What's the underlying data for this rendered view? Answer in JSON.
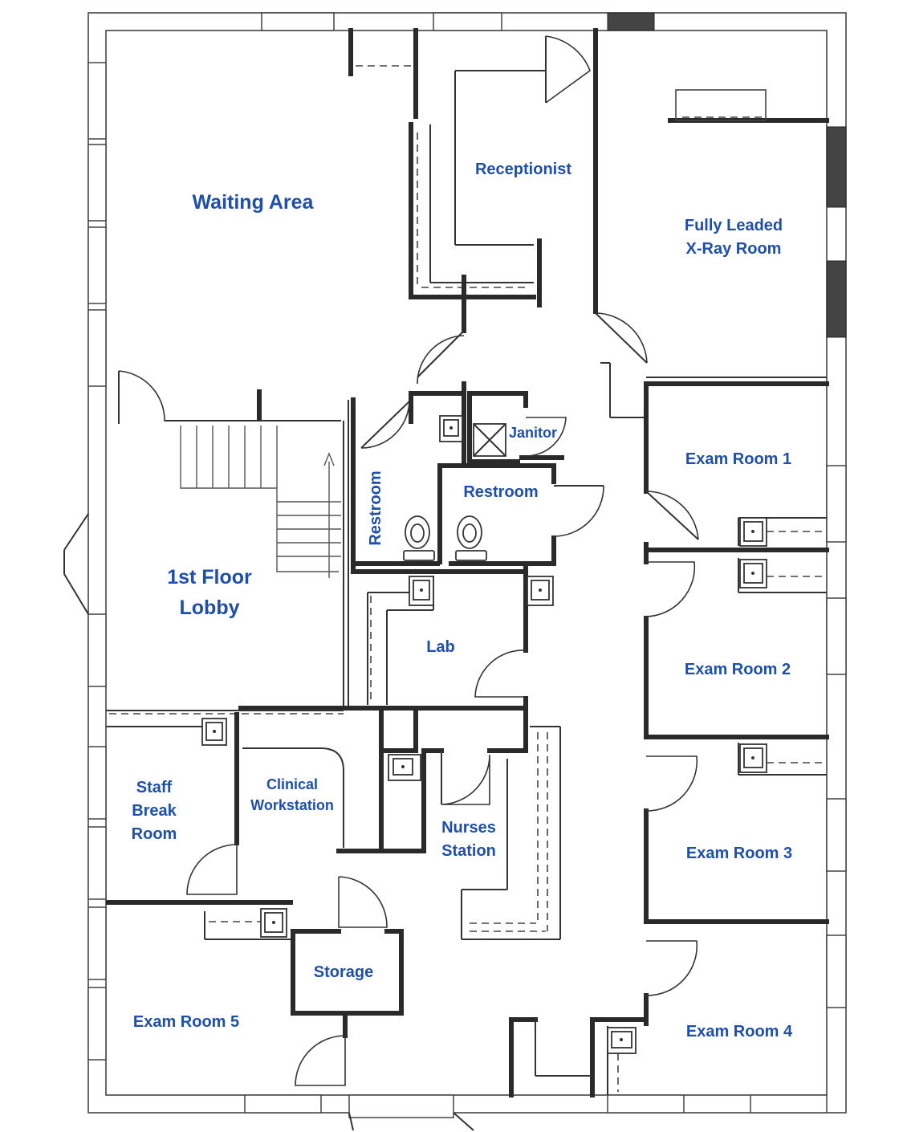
{
  "rooms": {
    "waiting_area": "Waiting Area",
    "receptionist": "Receptionist",
    "xray_line1": "Fully Leaded",
    "xray_line2": "X-Ray Room",
    "janitor": "Janitor",
    "restroom_vertical": "Restroom",
    "restroom": "Restroom",
    "lobby_line1": "1st Floor",
    "lobby_line2": "Lobby",
    "exam_room_1": "Exam Room 1",
    "exam_room_2": "Exam Room 2",
    "exam_room_3": "Exam Room 3",
    "exam_room_4": "Exam Room 4",
    "exam_room_5": "Exam Room 5",
    "lab": "Lab",
    "staff_line1": "Staff",
    "staff_line2": "Break",
    "staff_line3": "Room",
    "clinical_line1": "Clinical",
    "clinical_line2": "Workstation",
    "nurses_line1": "Nurses",
    "nurses_line2": "Station",
    "storage": "Storage"
  },
  "colors": {
    "label": "#1f4fa8",
    "wall": "#2a2a2a",
    "background": "#ffffff"
  },
  "icons": [
    "sink-icon",
    "toilet-icon",
    "stair-arrow-icon",
    "door-swing-icon",
    "window-icon"
  ]
}
